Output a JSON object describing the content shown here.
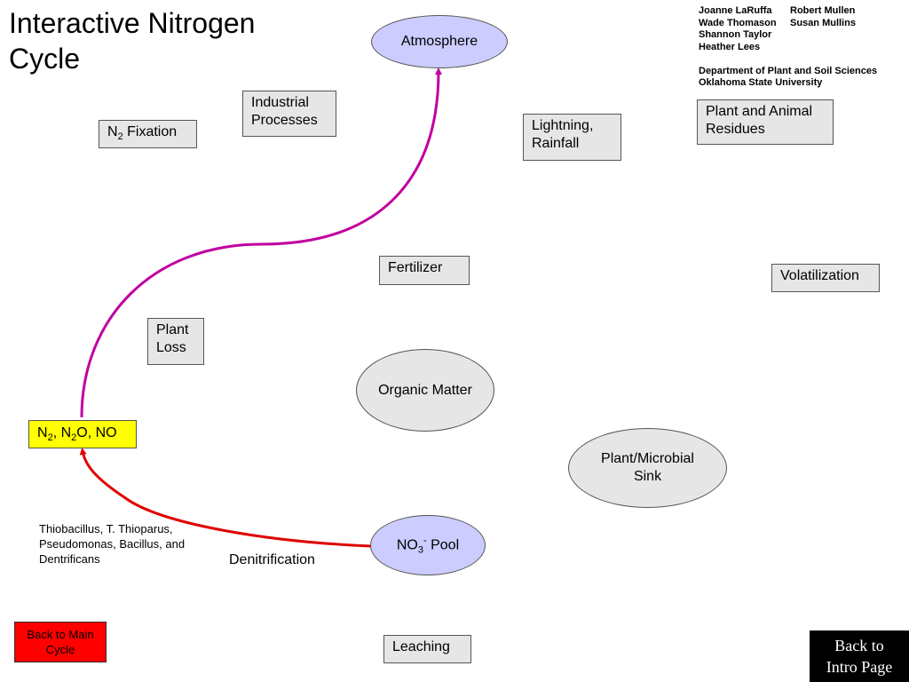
{
  "title": "Interactive Nitrogen Cycle",
  "credits": {
    "names_row1": [
      "Joanne LaRuffa",
      "Robert Mullen"
    ],
    "names_row2": [
      "Wade Thomason",
      "Susan Mullins"
    ],
    "names_row3": "Shannon Taylor",
    "names_row4": "Heather Lees",
    "department": "Department of Plant and Soil Sciences",
    "university": "Oklahoma State University"
  },
  "nodes": {
    "atmosphere": "Atmosphere",
    "industrial": "Industrial Processes",
    "n2_fixation": {
      "prefix": "N",
      "sub": "2",
      "suffix": " Fixation"
    },
    "lightning": "Lightning, Rainfall",
    "residues": "Plant and Animal Residues",
    "fertilizer": "Fertilizer",
    "volatilization": "Volatilization",
    "plant_loss": "Plant Loss",
    "organic_matter": "Organic Matter",
    "gases": {
      "a": "N",
      "a_sub": "2",
      "b": ", N",
      "b_sub": "2",
      "c": "O, NO"
    },
    "sink": "Plant/Microbial Sink",
    "no3": {
      "a": "NO",
      "a_sub": "3",
      "a_sup": "-",
      "b": " Pool"
    },
    "leaching": "Leaching"
  },
  "labels": {
    "bacteria": "Thiobacillus, T. Thioparus, Pseudomonas, Bacillus, and Dentrificans",
    "denitrification": "Denitrification"
  },
  "buttons": {
    "back_main": "Back to Main Cycle",
    "back_intro": "Back to Intro Page"
  },
  "colors": {
    "magenta_arrow": "#c000a0",
    "red_arrow": "#e00000",
    "ellipse_blue": "#ccccff",
    "highlight_yellow": "#ffff00",
    "button_red": "#ff0000"
  }
}
